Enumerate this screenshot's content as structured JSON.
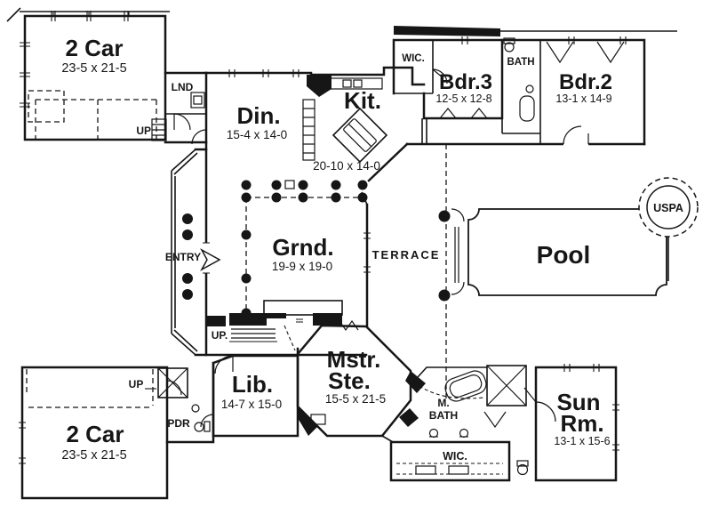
{
  "colors": {
    "ink": "#161616",
    "paper": "#ffffff"
  },
  "labels": {
    "garage_top": {
      "name": "2 Car",
      "dims": "23-5 x 21-5"
    },
    "garage_bottom": {
      "name": "2 Car",
      "dims": "23-5 x 21-5"
    },
    "laundry": "LND",
    "up_top": "UP",
    "up_center": "UP.",
    "up_bottom": "UP",
    "powder": "PDR",
    "entry": "ENTRY",
    "dining": {
      "name": "Din.",
      "dims": "15-4 x 14-0"
    },
    "kitchen": {
      "name": "Kit.",
      "dims": "20-10 x 14-0"
    },
    "wic_top": "WIC.",
    "bath_top": "BATH",
    "bdr3": {
      "name": "Bdr.3",
      "dims": "12-5 x 12-8"
    },
    "bdr2": {
      "name": "Bdr.2",
      "dims": "13-1 x 14-9"
    },
    "grand": {
      "name": "Grnd.",
      "dims": "19-9 x 19-0"
    },
    "terrace": "TERRACE",
    "pool": "Pool",
    "spa": "USPA",
    "library": {
      "name": "Lib.",
      "dims": "14-7 x 15-0"
    },
    "master": {
      "line1": "Mstr.",
      "line2": "Ste.",
      "dims": "15-5 x 21-5"
    },
    "master_bath": {
      "line1": "M.",
      "line2": "BATH"
    },
    "wic_bottom": "WIC.",
    "sunroom": {
      "line1": "Sun",
      "line2": "Rm.",
      "dims": "13-1 x 15-6"
    }
  }
}
